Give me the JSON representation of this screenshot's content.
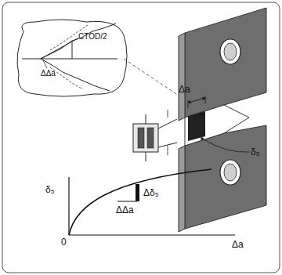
{
  "diagram": {
    "labels": [
      "CTOD/2",
      "ΔΔa",
      "Δa",
      "δ₅",
      "δ₅",
      "Δδ₅",
      "ΔΔa",
      "0",
      "Δa"
    ]
  }
}
